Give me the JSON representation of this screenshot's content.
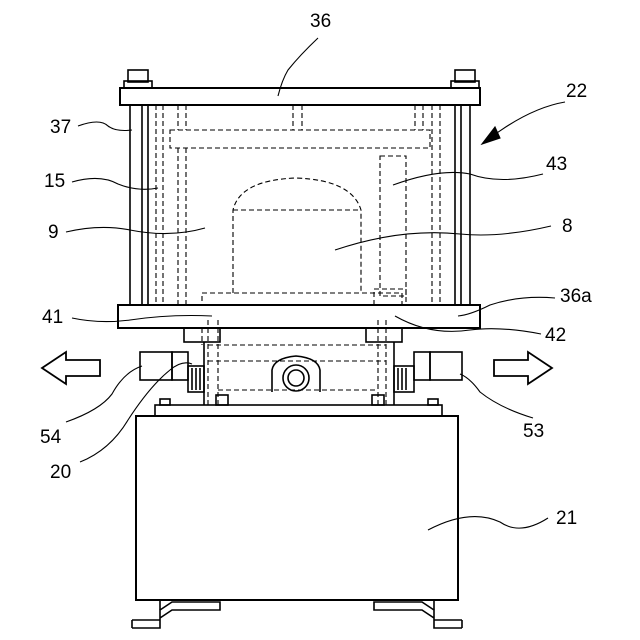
{
  "labels": {
    "l36": "36",
    "l22": "22",
    "l37": "37",
    "l43": "43",
    "l15": "15",
    "l9": "9",
    "l8": "8",
    "l36a": "36a",
    "l41": "41",
    "l42": "42",
    "l54": "54",
    "l53": "53",
    "l20": "20",
    "l21": "21"
  }
}
